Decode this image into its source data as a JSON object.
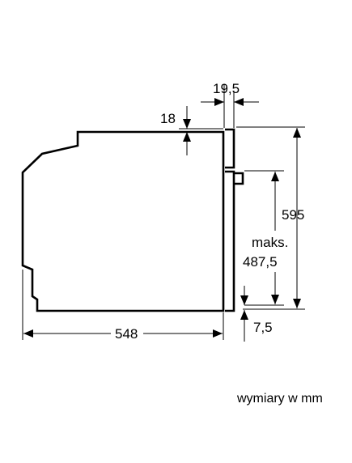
{
  "dimensions": {
    "top_gap": "19,5",
    "door_offset": "18",
    "total_height": "595",
    "max_height_label": "maks.",
    "max_height_value": "487,5",
    "bottom_offset": "7,5",
    "depth": "548"
  },
  "caption": "wymiary w mm",
  "colors": {
    "line": "#000000",
    "background": "#ffffff"
  }
}
